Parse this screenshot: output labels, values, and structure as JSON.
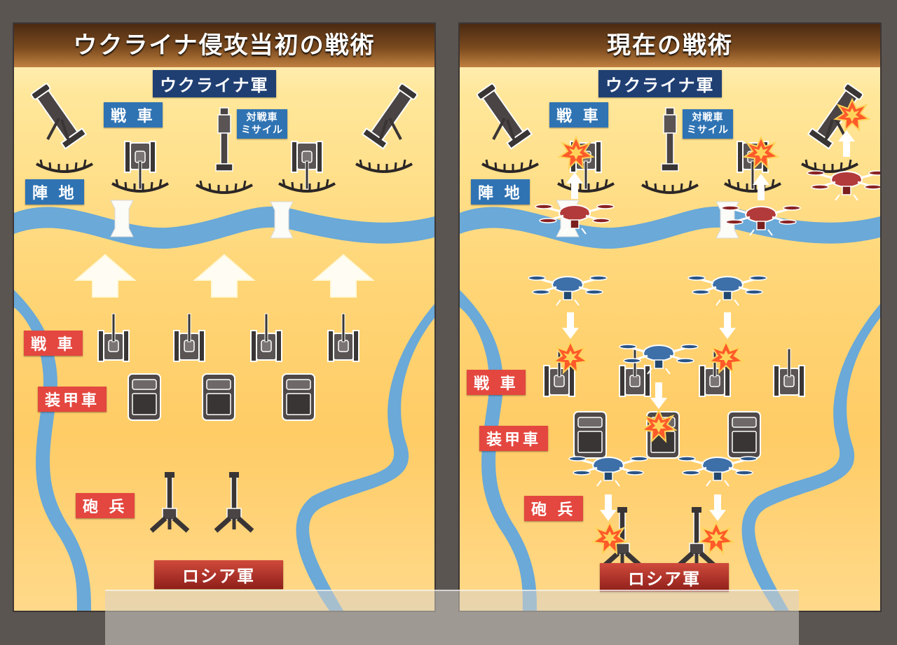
{
  "left_panel": {
    "title": "ウクライナ侵攻当初の戦術",
    "ukraine_army": "ウクライナ軍",
    "tank_label": "戦 車",
    "atm_label_line1": "対戦車",
    "atm_label_line2": "ミサイル",
    "position_label": "陣 地",
    "enemy_tank_label": "戦 車",
    "apc_label": "装甲車",
    "artillery_label": "砲 兵",
    "russia_army": "ロシア軍"
  },
  "right_panel": {
    "title": "現在の戦術",
    "ukraine_army": "ウクライナ軍",
    "tank_label": "戦 車",
    "atm_label_line1": "対戦車",
    "atm_label_line2": "ミサイル",
    "position_label": "陣 地",
    "enemy_tank_label": "戦 車",
    "apc_label": "装甲車",
    "artillery_label": "砲 兵",
    "russia_army": "ロシア軍"
  },
  "colors": {
    "ukraine_blue": "#2f73b3",
    "russia_red": "#e4473f",
    "river": "#6aa9d8",
    "russian_drone": "#b23a3a",
    "ukrainian_drone": "#3d6fa8",
    "explosion": "#ff5a2a"
  },
  "icons": [
    "mortar-icon",
    "tank-icon",
    "anti-tank-missile-icon",
    "apc-icon",
    "artillery-icon",
    "drone-icon",
    "explosion-icon",
    "arrow-icon",
    "bridge-icon",
    "trench-icon"
  ]
}
